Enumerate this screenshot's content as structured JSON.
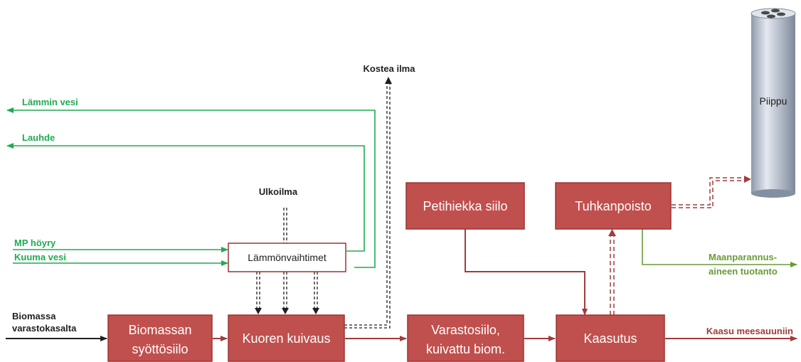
{
  "colors": {
    "green": "#1eab50",
    "olive": "#6a9a3a",
    "maroon": "#a03c3c",
    "box_fill": "#c0504d",
    "box_stroke": "#9b3434",
    "box_text": "#ffffff",
    "dark": "#1f1f1f",
    "chimney": "#b4bfcf"
  },
  "labels": {
    "kostea_ilma": "Kostea ilma",
    "lammin_vesi": "Lämmin vesi",
    "lauhde": "Lauhde",
    "ulkoilma": "Ulkoilma",
    "mp_hoyry": "MP höyry",
    "kuuma_vesi": "Kuuma vesi",
    "biomassa_line1": "Biomassa",
    "biomassa_line2": "varastokasalta",
    "maanparannus_line1": "Maanparannus-",
    "maanparannus_line2": "aineen tuotanto",
    "kaasu": "Kaasu meesauuniin"
  },
  "boxes": {
    "lammonvaihtimet": "Lämmönvaihtimet",
    "biomassan_line1": "Biomassan",
    "biomassan_line2": "syöttösiilo",
    "kuoren_kuivaus": "Kuoren kuivaus",
    "varastosiilo_line1": "Varastosiilo,",
    "varastosiilo_line2": "kuivattu biom.",
    "kaasutus": "Kaasutus",
    "petihiekka": "Petihiekka siilo",
    "tuhkanpoisto": "Tuhkanpoisto"
  },
  "chimney": {
    "label": "Piippu"
  }
}
